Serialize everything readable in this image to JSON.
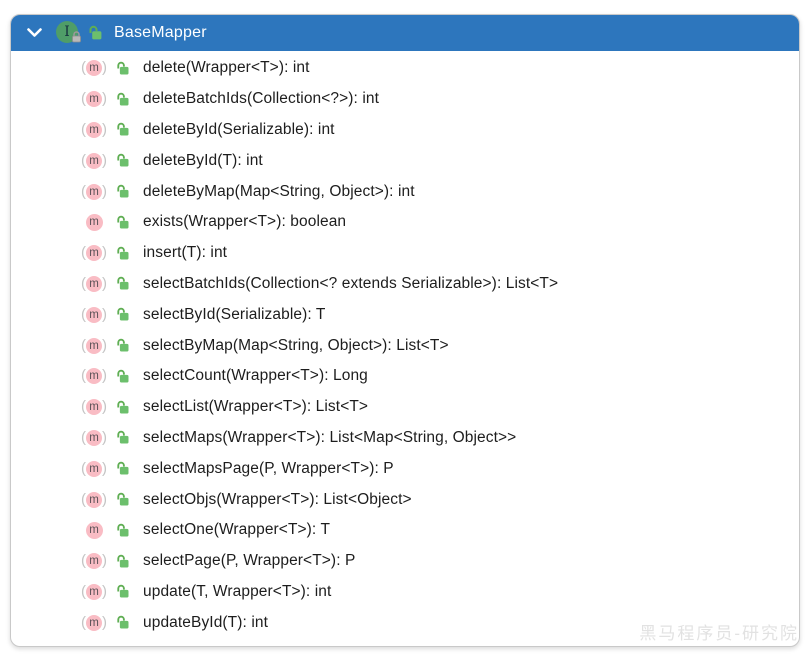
{
  "header": {
    "title": "BaseMapper",
    "type_letter": "I",
    "background_color": "#2d76bd",
    "title_color": "#ffffff"
  },
  "icons": {
    "method_letter": "m",
    "paren_open": "(",
    "paren_close": ")",
    "method_circle_color": "#f9bcc4",
    "lock_color": "#6cbf6c",
    "interface_circle_color": "#4f9d68"
  },
  "methods": [
    {
      "signature": "delete(Wrapper<T>): int",
      "kind": "abstract"
    },
    {
      "signature": "deleteBatchIds(Collection<?>): int",
      "kind": "abstract"
    },
    {
      "signature": "deleteById(Serializable): int",
      "kind": "abstract"
    },
    {
      "signature": "deleteById(T): int",
      "kind": "abstract"
    },
    {
      "signature": "deleteByMap(Map<String, Object>): int",
      "kind": "abstract"
    },
    {
      "signature": "exists(Wrapper<T>): boolean",
      "kind": "default"
    },
    {
      "signature": "insert(T): int",
      "kind": "abstract"
    },
    {
      "signature": "selectBatchIds(Collection<? extends Serializable>): List<T>",
      "kind": "abstract"
    },
    {
      "signature": "selectById(Serializable): T",
      "kind": "abstract"
    },
    {
      "signature": "selectByMap(Map<String, Object>): List<T>",
      "kind": "abstract"
    },
    {
      "signature": "selectCount(Wrapper<T>): Long",
      "kind": "abstract"
    },
    {
      "signature": "selectList(Wrapper<T>): List<T>",
      "kind": "abstract"
    },
    {
      "signature": "selectMaps(Wrapper<T>): List<Map<String, Object>>",
      "kind": "abstract"
    },
    {
      "signature": "selectMapsPage(P, Wrapper<T>): P",
      "kind": "abstract"
    },
    {
      "signature": "selectObjs(Wrapper<T>): List<Object>",
      "kind": "abstract"
    },
    {
      "signature": "selectOne(Wrapper<T>): T",
      "kind": "default"
    },
    {
      "signature": "selectPage(P, Wrapper<T>): P",
      "kind": "abstract"
    },
    {
      "signature": "update(T, Wrapper<T>): int",
      "kind": "abstract"
    },
    {
      "signature": "updateById(T): int",
      "kind": "abstract"
    }
  ],
  "watermark": {
    "text": "黑马程序员-研究院",
    "color": "#e2e2e2"
  }
}
